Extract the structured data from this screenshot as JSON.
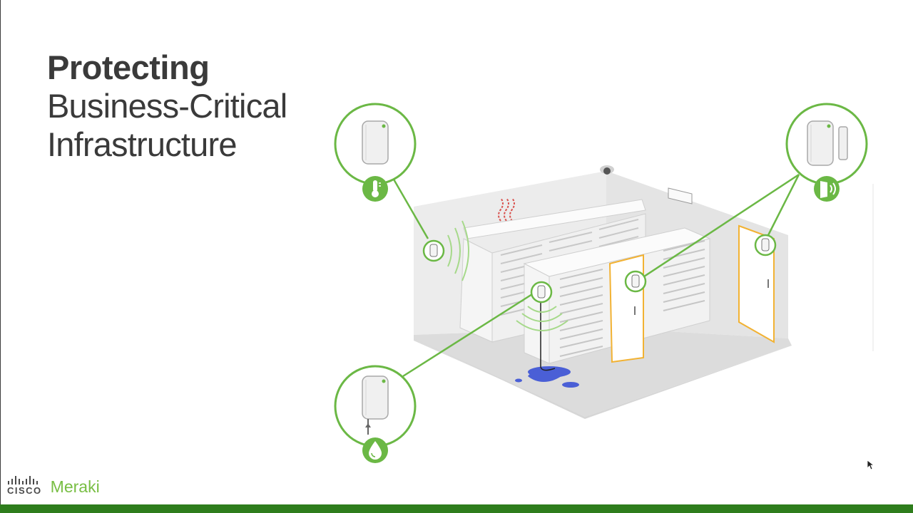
{
  "slide": {
    "title_bold": "Protecting",
    "title_line2": "Business-Critical",
    "title_line3": "Infrastructure"
  },
  "logo": {
    "cisco": "CISCO",
    "product": "Meraki"
  },
  "icons": {
    "temperature_sensor": "thermometer-icon",
    "door_sensor": "door-open-icon",
    "water_sensor": "water-drop-icon"
  },
  "colors": {
    "accent_green": "#6bb845",
    "bottom_bar": "#2e7d1c",
    "meraki_green": "#78be43",
    "water_blue": "#4a5fd6",
    "door_orange": "#f2b233",
    "heat_red": "#d9534f"
  }
}
